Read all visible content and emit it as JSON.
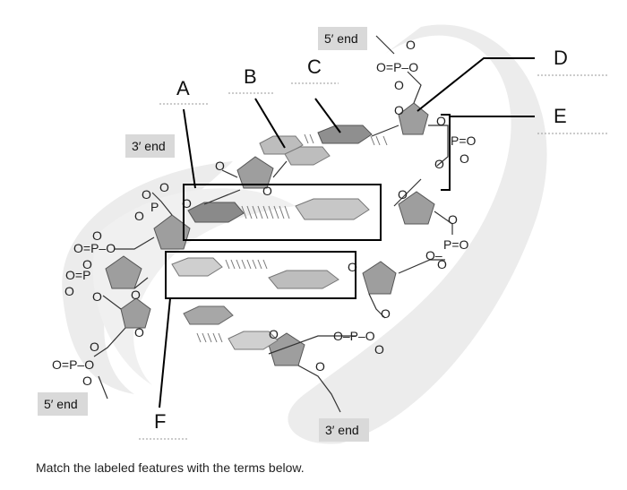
{
  "diagram": {
    "labels": {
      "a": "A",
      "b": "B",
      "c": "C",
      "d": "D",
      "e": "E",
      "f": "F"
    },
    "ends": {
      "top_right": "5′ end",
      "upper_left": "3′ end",
      "lower_left": "5′ end",
      "bottom_center": "3′ end"
    },
    "groups": {
      "top_phosphate": "O=P–O",
      "left_phosphate": "O=P–O",
      "right_phosphate": "P=O",
      "bottom_phosphate": "O–P–O",
      "lower_left_phosphate": "O=P–O"
    }
  },
  "instruction": "Match the labeled features with the terms below."
}
